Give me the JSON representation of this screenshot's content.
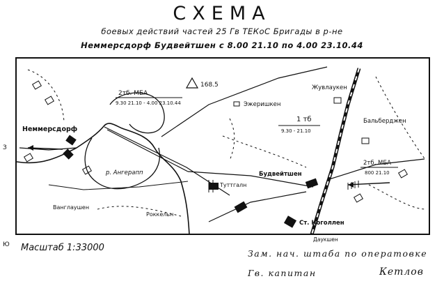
{
  "header": {
    "title": "СХЕМА",
    "subtitle1": "боевых действий частей 25 Гв ТЕКоС Бригады в р-не",
    "subtitle2": "Неммерсдорф Будвейтшен с 8.00 21.10 по 4.00 23.10.44"
  },
  "map": {
    "places": {
      "nemmersdorf": "Неммерсдорф",
      "ezherishken": "Эжеришкен",
      "zhuvlauken": "Жувлаукен",
      "balberdzhen": "Бальберджен",
      "budveitshen": "Будвейтшен",
      "tutgalen": "Туттгалн",
      "vanglaushen": "Ванглаушен",
      "rokkelin": "Роккельн",
      "st_nogollen": "Ст. Ноголлен",
      "daukshen": "Даукшен",
      "river_angerap": "р. Ангерапп"
    },
    "height_mark": "168.5",
    "units": {
      "unit_2tb_mba_top": "2тб. МБА",
      "unit_2tb_mba_top_time": "9.30 21.10 - 4.00 23.10.44",
      "unit_1tb": "1 тб",
      "unit_1tb_time": "9.30 - 21.10",
      "unit_2tb_mba_right": "2тб. МБА",
      "unit_2tb_mba_right_time": "800 21.10"
    },
    "side_marks": {
      "left_top": "З",
      "left_bottom": "Ю"
    }
  },
  "footer": {
    "scale": "Масштаб 1:33000",
    "signature_line1": "Зам. нач. штаба по оператовке",
    "signature_line2": "Гв. капитан",
    "signature_name": "Кетлов"
  }
}
